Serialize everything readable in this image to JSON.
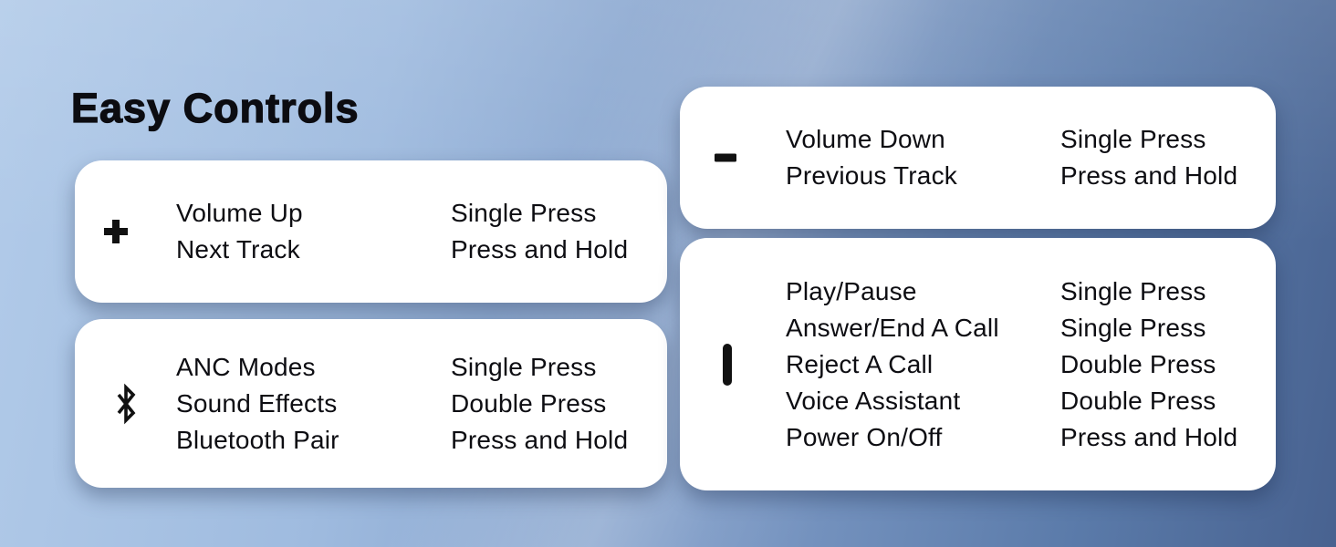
{
  "title": "Easy Controls",
  "colors": {
    "background_light": "#b2cbe9",
    "background_dark": "#486290",
    "card_background": "#ffffff",
    "text": "#0d0d12",
    "icon": "#111111"
  },
  "cards": [
    {
      "name": "volume-up-button",
      "icon": "plus-icon",
      "rows": [
        {
          "function": "Volume Up",
          "gesture": "Single Press"
        },
        {
          "function": "Next Track",
          "gesture": "Press and Hold"
        }
      ]
    },
    {
      "name": "bluetooth-button",
      "icon": "bluetooth-icon",
      "rows": [
        {
          "function": "ANC Modes",
          "gesture": "Single Press"
        },
        {
          "function": "Sound Effects",
          "gesture": "Double Press"
        },
        {
          "function": "Bluetooth Pair",
          "gesture": "Press and Hold"
        }
      ]
    },
    {
      "name": "volume-down-button",
      "icon": "minus-icon",
      "rows": [
        {
          "function": "Volume Down",
          "gesture": "Single Press"
        },
        {
          "function": "Previous Track",
          "gesture": "Press and Hold"
        }
      ]
    },
    {
      "name": "multifunction-button",
      "icon": "power-bar-icon",
      "rows": [
        {
          "function": "Play/Pause",
          "gesture": "Single Press"
        },
        {
          "function": "Answer/End A Call",
          "gesture": "Single Press"
        },
        {
          "function": "Reject A Call",
          "gesture": "Double Press"
        },
        {
          "function": "Voice Assistant",
          "gesture": "Double Press"
        },
        {
          "function": "Power On/Off",
          "gesture": "Press and Hold"
        }
      ]
    }
  ]
}
